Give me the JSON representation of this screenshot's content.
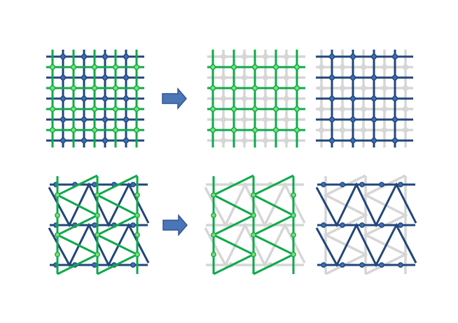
{
  "colors": {
    "green": "#0eaa4b",
    "green_node_fill": "#7ee06e",
    "blue": "#22467a",
    "blue_node_fill": "#3a6fb8",
    "gray": "#d6d6d6",
    "arrow_fill": "#4a76b8",
    "arrow_stroke": "#2f5590",
    "background": "#ffffff"
  },
  "rows": [
    {
      "id": "square",
      "combined": "green-and-blue-square-grids",
      "outputs": [
        "green-square-grid",
        "blue-square-grid"
      ]
    },
    {
      "id": "triangle",
      "combined": "green-and-blue-triangle-lattices",
      "outputs": [
        "green-triangle-lattice",
        "blue-triangle-lattice"
      ]
    }
  ],
  "arrows": [
    "right-arrow-icon",
    "right-arrow-icon"
  ]
}
